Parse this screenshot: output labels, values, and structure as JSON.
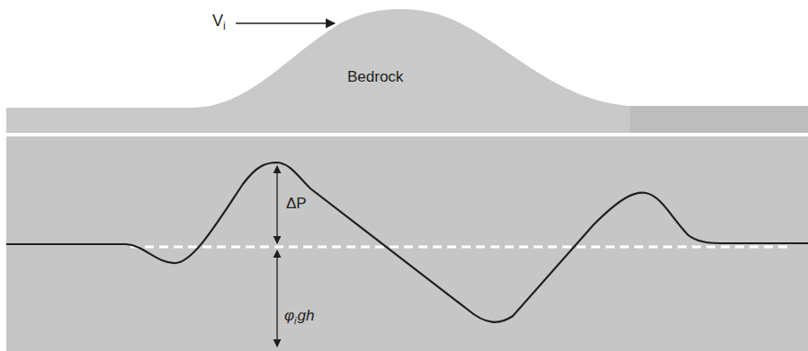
{
  "diagram": {
    "nodes": [
      {
        "text": [
          "Bedrock"
        ]
      }
    ],
    "labels": [
      "V",
      "i",
      "ΔP",
      "φ",
      "i",
      "gh"
    ]
  }
}
